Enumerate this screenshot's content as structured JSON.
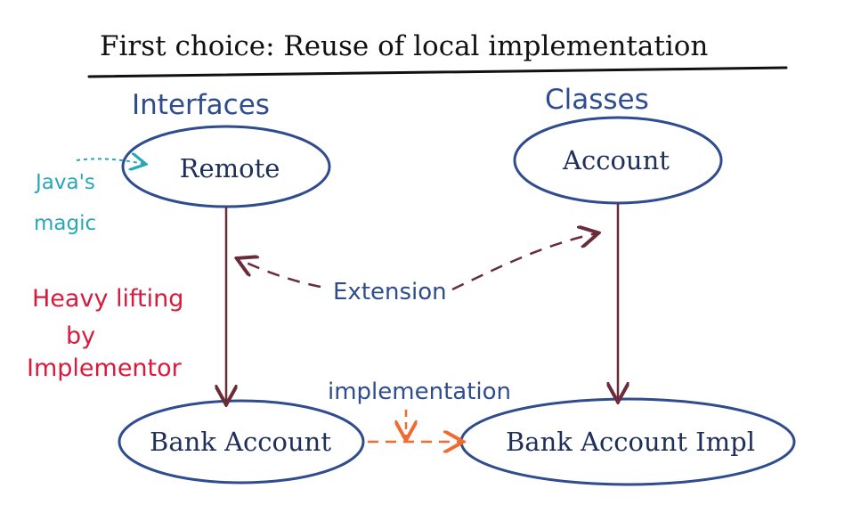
{
  "title": "First choice: Reuse of local implementation",
  "headers": {
    "interfaces": "Interfaces",
    "classes": "Classes"
  },
  "nodes": {
    "remote": "Remote",
    "account": "Account",
    "bank_account": "Bank Account",
    "bank_account_impl": "Bank Account Impl"
  },
  "annotations": {
    "javas_magic_line1": "Java's",
    "javas_magic_line2": "magic",
    "heavy_line1": "Heavy lifting",
    "heavy_line2": "by",
    "heavy_line3": "Implementor"
  },
  "edges": {
    "extension": "Extension",
    "implementation": "implementation"
  },
  "colors": {
    "ink": "#1f2f5c",
    "blue": "#2f4c8f",
    "maroon": "#6b2c3a",
    "orange": "#f26b2e",
    "teal": "#2aa7b7",
    "red": "#d81b3d"
  }
}
